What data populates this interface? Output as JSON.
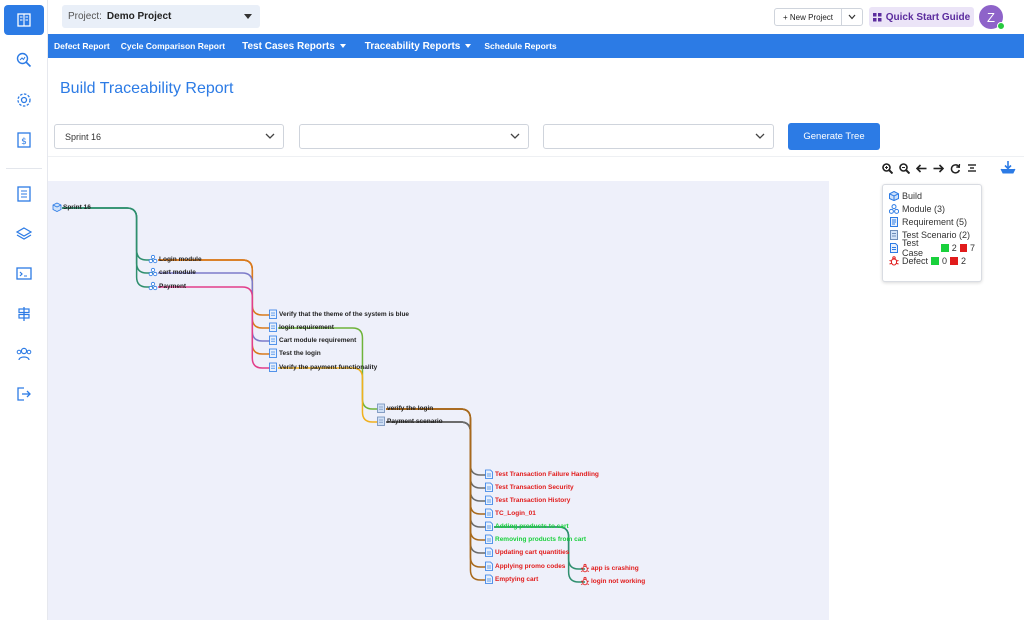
{
  "topbar": {
    "project_label": "Project:",
    "project_value": "Demo Project",
    "new_project_label": "+ New Project",
    "quick_start_label": "Quick Start Guide",
    "avatar_initial": "Z"
  },
  "nav": {
    "defect_report": "Defect Report",
    "cycle_comparison": "Cycle Comparison Report",
    "test_cases_reports": "Test Cases Reports",
    "traceability_reports": "Traceability Reports",
    "schedule_reports": "Schedule Reports"
  },
  "page": {
    "title": "Build Traceability Report"
  },
  "filters": {
    "select1_value": "Sprint 16",
    "select2_value": "",
    "select3_value": "",
    "generate_label": "Generate Tree"
  },
  "legend": {
    "build": "Build",
    "module": "Module (3)",
    "requirement": "Requirement (5)",
    "test_scenario": "Test Scenario (2)",
    "test_case": "Test Case",
    "test_case_pass": "2",
    "test_case_fail": "7",
    "defect": "Defect",
    "defect_pass": "0",
    "defect_fail": "2"
  },
  "tree": {
    "build": "Sprint 16",
    "modules": [
      "Login module",
      "cart module",
      "Payment"
    ],
    "requirements": [
      "Verify that the theme of the system is blue",
      "login requirement",
      "Cart module requirement",
      "Test the login",
      "Verify the payment functionality"
    ],
    "scenarios": [
      "verify the login",
      "Payment scenario"
    ],
    "test_cases": [
      {
        "label": "Test Transaction Failure Handling",
        "status": "fail"
      },
      {
        "label": "Test Transaction Security",
        "status": "fail"
      },
      {
        "label": "Test Transaction History",
        "status": "fail"
      },
      {
        "label": "TC_Login_01",
        "status": "fail"
      },
      {
        "label": "Adding products to cart",
        "status": "pass"
      },
      {
        "label": "Removing products from cart",
        "status": "pass"
      },
      {
        "label": "Updating cart quantities",
        "status": "fail"
      },
      {
        "label": "Applying promo codes",
        "status": "fail"
      },
      {
        "label": "Emptying cart",
        "status": "fail"
      }
    ],
    "defects": [
      "app is crashing",
      "login not working"
    ]
  },
  "colors": {
    "accent": "#2c7be5",
    "pass": "#19d13c",
    "fail": "#e11b1b",
    "canvas": "#eef0fa"
  }
}
